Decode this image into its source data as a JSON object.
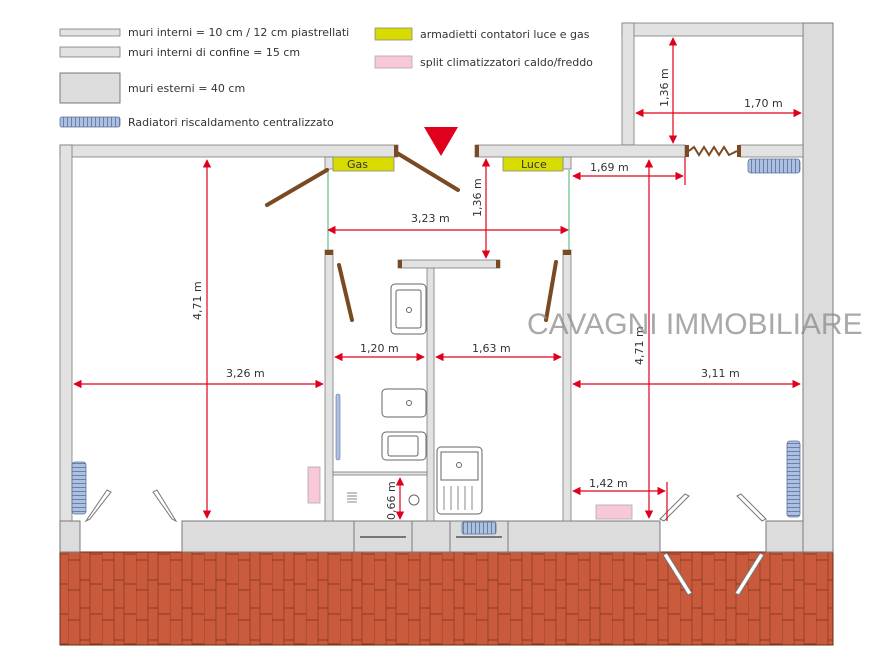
{
  "legend": {
    "items": [
      {
        "label": "muri interni = 10 cm / 12 cm piastrellati",
        "swatch": "thin-wall"
      },
      {
        "label": "muri interni di confine  = 15 cm",
        "swatch": "border-wall"
      },
      {
        "label": "muri esterni = 40 cm",
        "swatch": "external-wall"
      },
      {
        "label": "Radiatori riscaldamento centralizzato",
        "swatch": "radiator"
      },
      {
        "label": "armadietti contatori luce e gas",
        "swatch": "meter-cabinet"
      },
      {
        "label": "split climatizzatori caldo/freddo",
        "swatch": "ac-split"
      }
    ]
  },
  "labels": {
    "gas": "Gas",
    "luce": "Luce",
    "watermark": "CAVAGNI IMMOBILIARE"
  },
  "dimensions": {
    "room_left_height": "4,71 m",
    "room_left_width": "3,26 m",
    "entry_width": "3,23 m",
    "entry_depth": "1,36 m",
    "bath_width": "1,20 m",
    "kitchen_width": "1,63 m",
    "shower_depth": "0,66 m",
    "room_right_height": "4,71 m",
    "room_right_width": "3,11 m",
    "room_right_top_offset": "1,69 m",
    "room_right_bottom_offset": "1,42 m",
    "annex_depth": "1,36 m",
    "annex_width": "1,70 m"
  },
  "colors": {
    "dimension_red": "#e0001b",
    "meter_yellow": "#d8dc00",
    "ac_pink": "#f8c8d8",
    "radiator_blue": "#aec0e0",
    "terrace_brick": "#c95a3c",
    "wall_gray": "#dcdcdc",
    "door_brown": "#7a4a22"
  }
}
